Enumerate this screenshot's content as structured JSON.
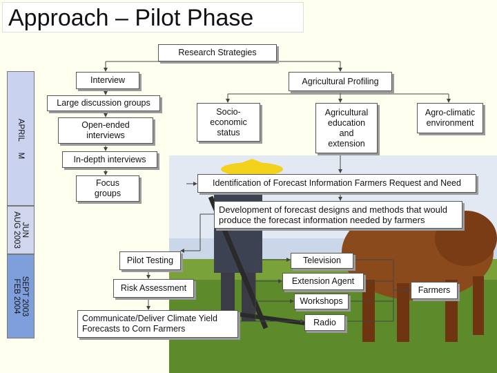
{
  "title": "Approach – Pilot Phase",
  "timeline": {
    "period1": "APRIL     M",
    "period2": "JUN\nAUG 2003",
    "period3": "SEPT 2003\nFEB 2004"
  },
  "nodes": {
    "research_strategies": "Research Strategies",
    "interview": "Interview",
    "agricultural_profiling": "Agricultural Profiling",
    "large_discussion": "Large discussion groups",
    "open_ended": "Open-ended interviews",
    "in_depth": "In-depth interviews",
    "focus_groups": "Focus groups",
    "socio": "Socio-economic status",
    "ag_education": "Agricultural education and extension",
    "agro_climatic": "Agro-climatic environment",
    "identification": "Identification of Forecast Information Farmers Request and Need",
    "development": "Development of forecast designs and methods that would produce the forecast information needed by farmers",
    "pilot_testing": "Pilot Testing",
    "risk_assessment": "Risk Assessment",
    "communicate": "Communicate/Deliver Climate Yield Forecasts to Corn Farmers",
    "television": "Television",
    "extension_agent": "Extension Agent",
    "workshops": "Workshops",
    "radio": "Radio",
    "farmers": "Farmers"
  },
  "colors": {
    "timeline_april": "#c9d2ee",
    "timeline_jun": "#cfd6ee",
    "timeline_sept": "#7f9fdc",
    "sky": "#c9d7e8",
    "field": "#5d8a2a",
    "ox": "#8a4a1c"
  }
}
